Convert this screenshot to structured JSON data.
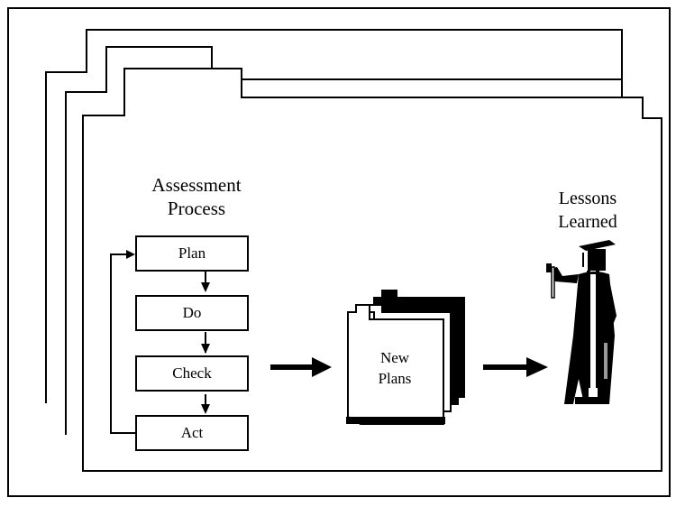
{
  "diagram": {
    "assessment_title_line1": "Assessment",
    "assessment_title_line2": "Process",
    "steps": [
      "Plan",
      "Do",
      "Check",
      "Act"
    ],
    "new_plans_line1": "New",
    "new_plans_line2": "Plans",
    "lessons_line1": "Lessons",
    "lessons_line2": "Learned"
  }
}
